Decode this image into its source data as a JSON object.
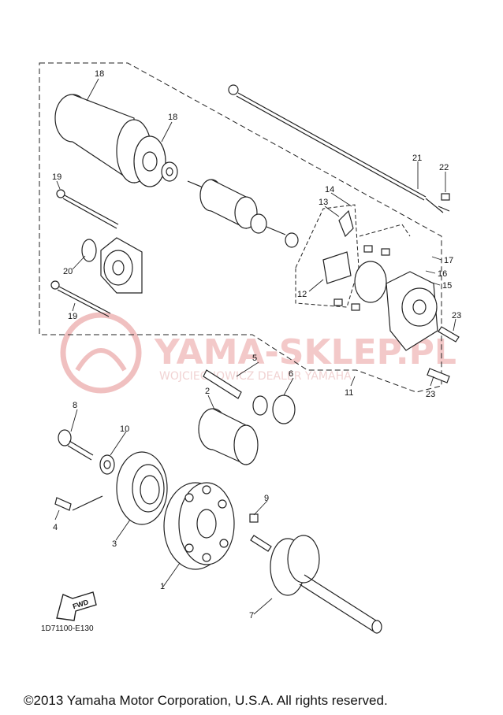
{
  "watermark": {
    "brand": "YAMA-SKLEP.PL",
    "sub": "WOJCIECHOWICZ DEALER YAMAHA",
    "color": "#e9a3a3"
  },
  "diagram": {
    "part_code": "1D71100-E130",
    "fwd_label": "FWD",
    "callouts": {
      "c1": "1",
      "c2": "2",
      "c3": "3",
      "c4": "4",
      "c5": "5",
      "c6": "6",
      "c7": "7",
      "c8": "8",
      "c9": "9",
      "c10": "10",
      "c11": "11",
      "c12": "12",
      "c13": "13",
      "c14": "14",
      "c15": "15",
      "c16": "16",
      "c17": "17",
      "c18a": "18",
      "c18b": "18",
      "c19a": "19",
      "c19b": "19",
      "c20": "20",
      "c21": "21",
      "c22": "22",
      "c23a": "23",
      "c23b": "23"
    }
  },
  "footer": {
    "copyright": "©2013 Yamaha Motor Corporation, U.S.A. All rights reserved."
  }
}
